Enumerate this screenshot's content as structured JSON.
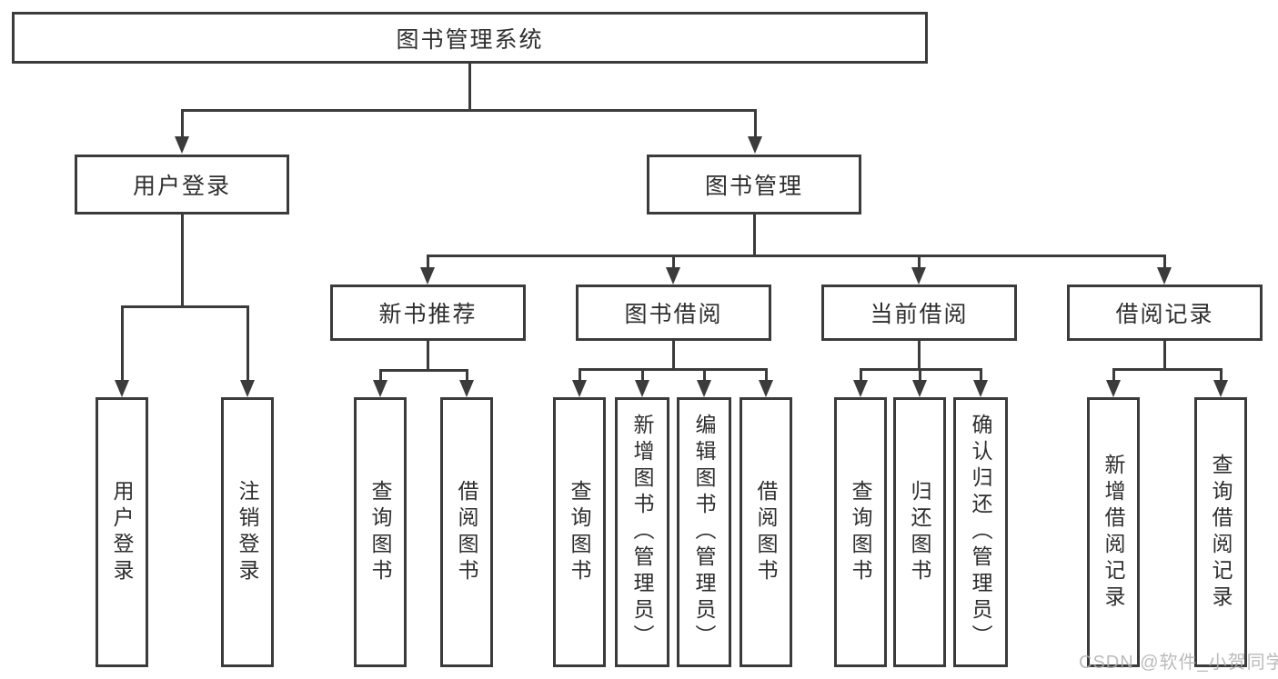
{
  "diagram": {
    "root": {
      "label": "图书管理系统"
    },
    "level2": [
      {
        "label": "用户登录"
      },
      {
        "label": "图书管理"
      }
    ],
    "level3": [
      {
        "label": "新书推荐"
      },
      {
        "label": "图书借阅"
      },
      {
        "label": "当前借阅"
      },
      {
        "label": "借阅记录"
      }
    ],
    "leaves_user": [
      "用户登录",
      "注销登录"
    ],
    "leaves_newbook": [
      "查询图书",
      "借阅图书"
    ],
    "leaves_borrow": [
      "查询图书",
      "新增图书（管理员）",
      "编辑图书（管理员）",
      "借阅图书"
    ],
    "leaves_current": [
      "查询图书",
      "归还图书",
      "确认归还（管理员）"
    ],
    "leaves_records": [
      "新增借阅记录",
      "查询借阅记录"
    ],
    "colors": {
      "line": "#3b3b3b",
      "text": "#2e2e2e",
      "background": "#ffffff",
      "watermark": "#b0b0b0"
    }
  },
  "watermark": {
    "text": "CSDN @软件_小贺同学"
  }
}
